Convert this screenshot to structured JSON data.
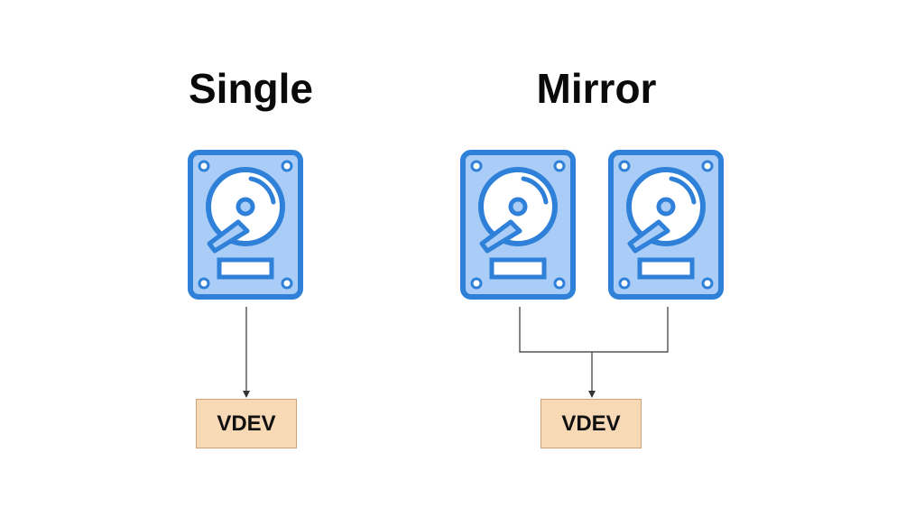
{
  "groups": {
    "single": {
      "title": "Single",
      "vdev_label": "VDEV"
    },
    "mirror": {
      "title": "Mirror",
      "vdev_label": "VDEV"
    }
  },
  "icons": {
    "disk": "hard-disk-icon"
  },
  "colors": {
    "disk_body": "#a9cdf6",
    "disk_outline": "#2f80d8",
    "disk_platter": "#ffffff",
    "vdev_fill": "#f8d9b6",
    "vdev_border": "#c9a27a",
    "connector": "#333333",
    "title": "#0a0a0a"
  }
}
